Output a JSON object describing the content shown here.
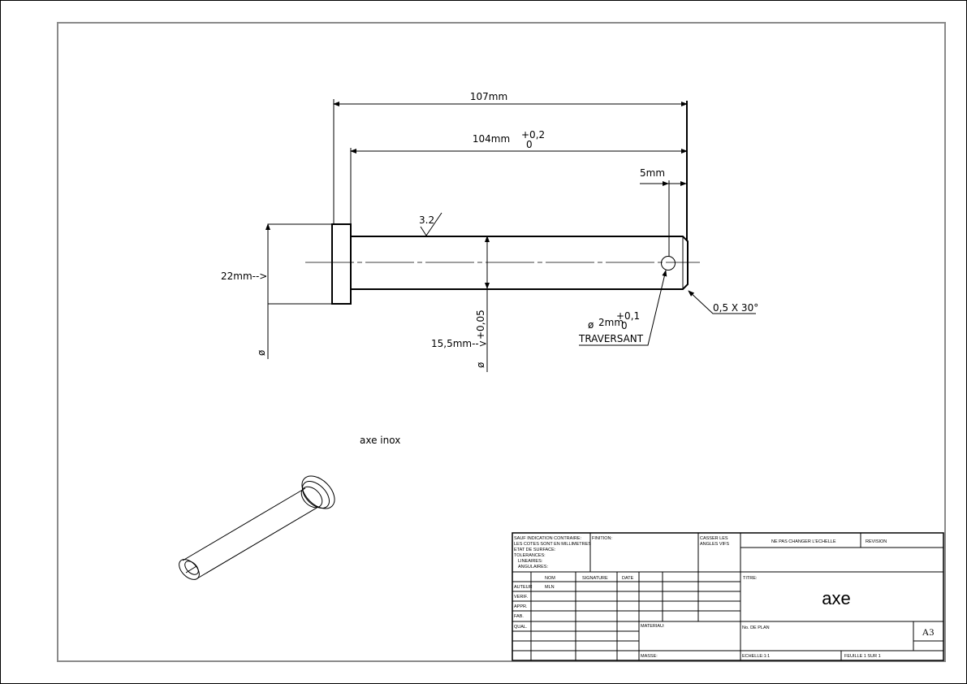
{
  "drawing": {
    "dimensions": {
      "overall_length": "107mm",
      "shank_length": "104mm",
      "shank_tol_upper": "+0,2",
      "shank_tol_lower": "0",
      "hole_offset": "5mm",
      "head_diameter": "22mm-->",
      "head_diameter_symbol": "ø",
      "shank_diameter": "15,5mm-->",
      "shank_diameter_symbol": "ø",
      "shank_diameter_tol": "+0,05",
      "roughness": "3.2",
      "chamfer": "0,5 X 30°",
      "hole_symbol": "ø",
      "hole_diameter": "2mm",
      "hole_tol_upper": "+0,1",
      "hole_tol_lower": "0",
      "hole_note": "TRAVERSANT"
    },
    "caption": "axe inox"
  },
  "title_block": {
    "general_notes": [
      "SAUF INDICATION CONTRAIRE:",
      "LES COTES SONT EN MILLIMETRES",
      "ETAT DE SURFACE:",
      "TOLERANCES:",
      "LINEAIRES:",
      "ANGULAIRES:"
    ],
    "finish_label": "FINITION:",
    "break_edges_label": [
      "CASSER LES",
      "ANGLES VIFS"
    ],
    "no_scale_label": "NE PAS CHANGER L'ECHELLE",
    "revision_label": "REVISION",
    "col_name": "NOM",
    "col_signature": "SIGNATURE",
    "col_date": "DATE",
    "row_labels": [
      "AUTEUR",
      "VERIF.",
      "APPR.",
      "FAB.",
      "QUAL."
    ],
    "author_name": "MLN",
    "title_label": "TITRE:",
    "title": "axe",
    "material_label": "MATERIAU:",
    "plan_no_label": "No. DE PLAN",
    "format": "A3",
    "mass_label": "MASSE:",
    "scale_label": "ECHELLE:1:1",
    "sheet_label": "FEUILLE 1 SUR 1"
  }
}
